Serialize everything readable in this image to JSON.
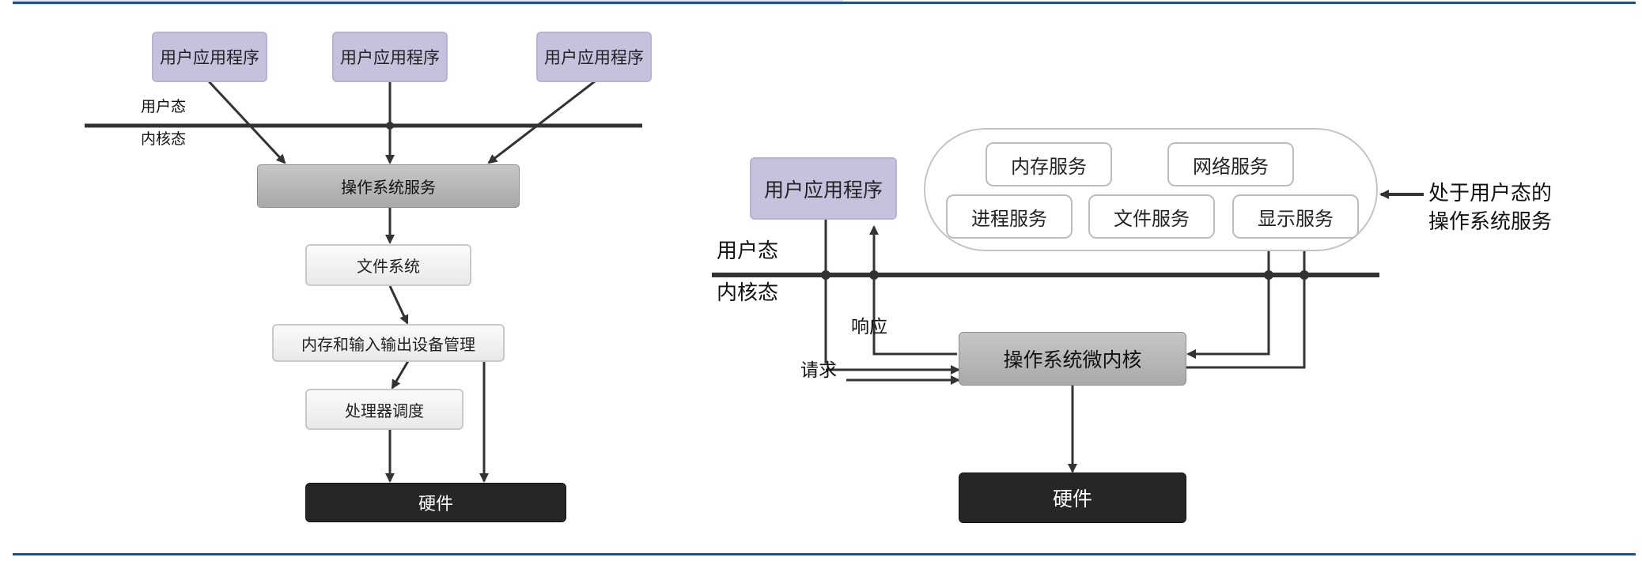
{
  "left": {
    "apps": [
      "用户应用程序",
      "用户应用程序",
      "用户应用程序"
    ],
    "user_mode": "用户态",
    "kernel_mode": "内核态",
    "os_services": "操作系统服务",
    "file_system": "文件系统",
    "mem_io": "内存和输入输出设备管理",
    "scheduler": "处理器调度",
    "hardware": "硬件"
  },
  "right": {
    "user_app": "用户应用程序",
    "services": {
      "memory": "内存服务",
      "network": "网络服务",
      "process": "进程服务",
      "file": "文件服务",
      "display": "显示服务"
    },
    "annotation_line1": "处于用户态的",
    "annotation_line2": "操作系统服务",
    "user_mode": "用户态",
    "kernel_mode": "内核态",
    "response": "响应",
    "request": "请求",
    "microkernel": "操作系统微内核",
    "hardware": "硬件"
  }
}
